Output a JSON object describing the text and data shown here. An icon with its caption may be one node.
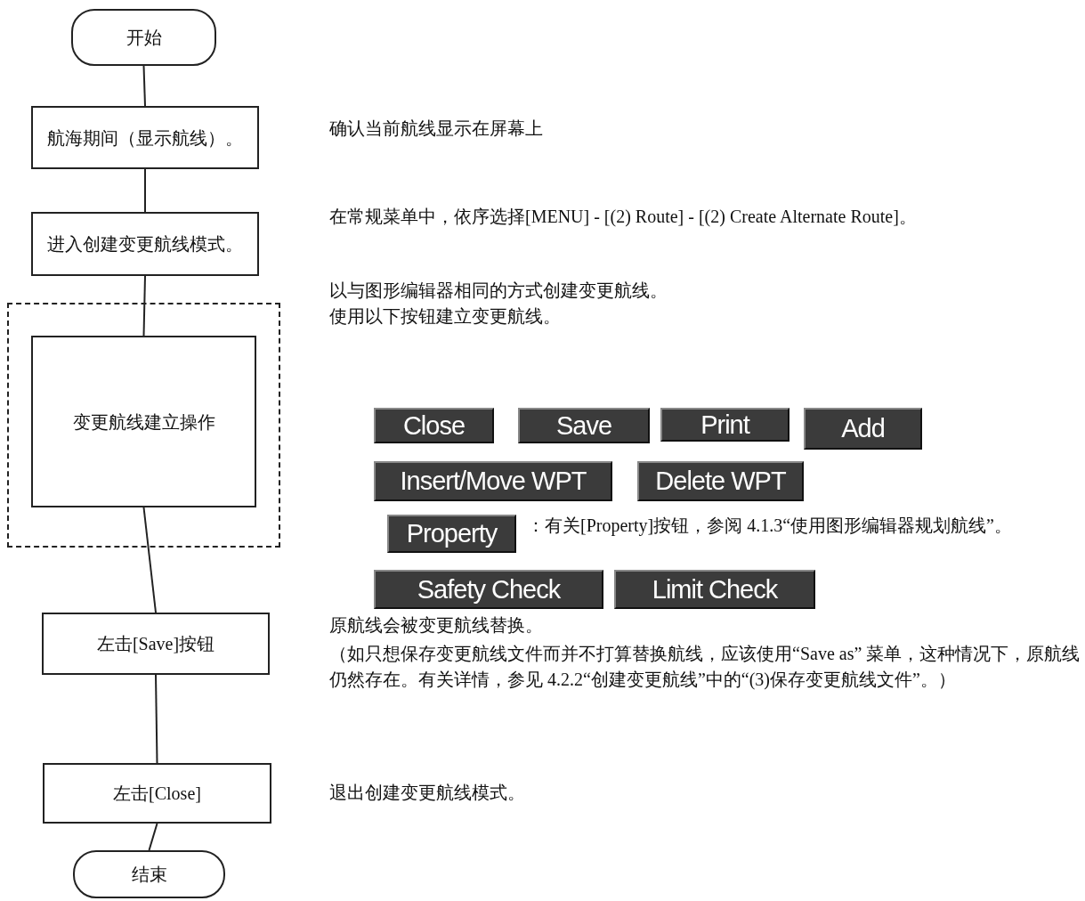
{
  "diagram": {
    "nodes": [
      {
        "text": [
          "开始"
        ]
      },
      {
        "text": [
          "航海期间（显示航线）。"
        ],
        "beside": [
          "确认当前航线显示在屏幕上"
        ]
      },
      {
        "text": [
          "进入创建变更航线模式。"
        ],
        "beside": [
          "在常规菜单中，依序选择[MENU] - [(2) Route] - [(2) Create Alternate Route]。"
        ]
      },
      {
        "text": [],
        "shape": "box"
      },
      {
        "text": [
          "变更航线建立操作"
        ],
        "in": 3,
        "beside": [
          "以与图形编辑器相同的方式创建变更航线。",
          "使用以下按钮建立变更航线。"
        ]
      },
      {
        "text": [
          "左击[Save]按钮"
        ],
        "beside": [
          "原航线会被变更航线替换。",
          "（如只想保存变更航线文件而并不打算替换航线，应该使用“Save as” 菜单，这种情况下，原航线仍然存在。有关详情，参见 4.2.2“创建变更航线”中的“(3)保存变更航线文件”。）"
        ]
      },
      {
        "text": [
          "左击[Close]"
        ],
        "beside": [
          "退出创建变更航线模式。"
        ]
      },
      {
        "text": [
          "结束"
        ]
      }
    ],
    "edges": [
      {
        "from": 0,
        "to": 1,
        "arrow": "none"
      },
      {
        "from": 1,
        "to": 2,
        "arrow": "none"
      },
      {
        "from": 2,
        "to": 4,
        "arrow": "none"
      },
      {
        "from": 4,
        "to": 5,
        "arrow": "none"
      },
      {
        "from": 5,
        "to": 6,
        "arrow": "none"
      },
      {
        "from": 6,
        "to": 7,
        "arrow": "none"
      }
    ],
    "labels": [
      "Close",
      "Save",
      "Print",
      "Add",
      "Insert/Move WPT",
      "Delete WPT",
      "Property",
      "：有关[Property]按钮，参阅 4.1.3“使用图形编辑器规划航线”。",
      "Safety Check",
      "Limit Check"
    ]
  }
}
